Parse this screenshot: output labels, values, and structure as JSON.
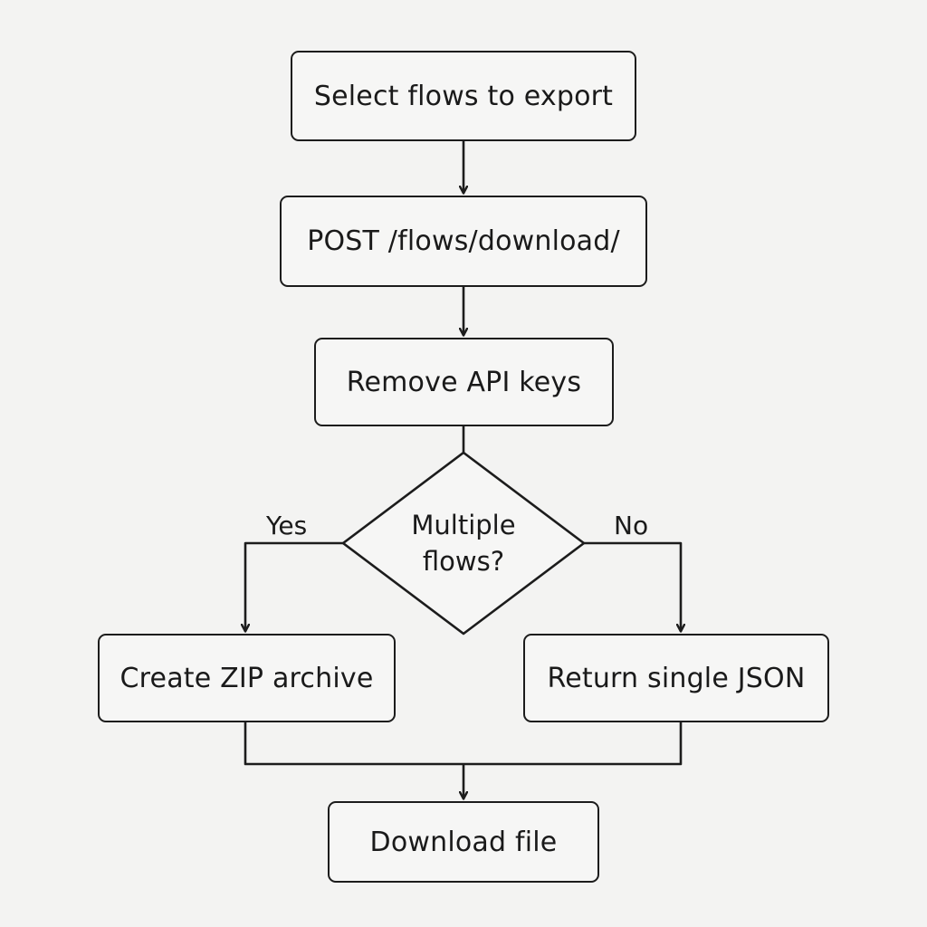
{
  "nodes": {
    "select_flows": "Select flows to export",
    "post_download": "POST /flows/download/",
    "remove_keys": "Remove API keys",
    "decision_line1": "Multiple",
    "decision_line2": "flows?",
    "create_zip": "Create ZIP archive",
    "return_json": "Return single JSON",
    "download_file": "Download file"
  },
  "branches": {
    "yes": "Yes",
    "no": "No"
  },
  "colors": {
    "background": "#f3f3f2",
    "stroke": "#1c1c1c",
    "box_fill": "#f6f6f5"
  }
}
